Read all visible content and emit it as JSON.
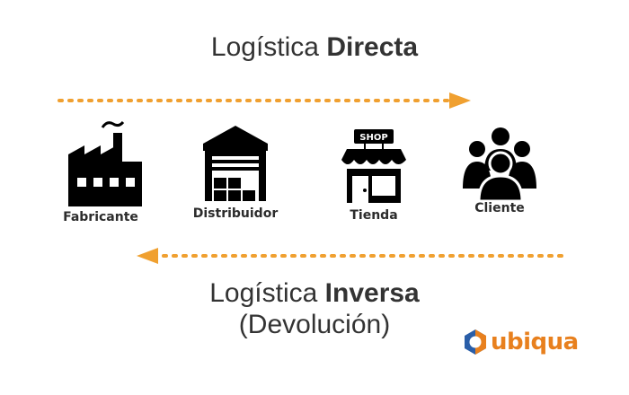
{
  "titles": {
    "top_prefix": "Logística ",
    "top_bold": "Directa",
    "bottom_prefix": "Logística ",
    "bottom_bold": "Inversa",
    "bottom_sub": "(Devolución)"
  },
  "nodes": [
    {
      "label": "Fabricante",
      "icon": "factory-icon"
    },
    {
      "label": "Distribuidor",
      "icon": "warehouse-icon"
    },
    {
      "label": "Tienda",
      "icon": "shop-icon"
    },
    {
      "label": "Cliente",
      "icon": "people-icon"
    }
  ],
  "shop_sign": "SHOP",
  "logo": {
    "text": "ubiqua",
    "icon": "hexagon-ring-icon"
  },
  "colors": {
    "accent": "#f0a030",
    "text": "#333333",
    "icon": "#000000",
    "logo": "#e8801e",
    "logo_ring_blue": "#2a5ea8"
  }
}
